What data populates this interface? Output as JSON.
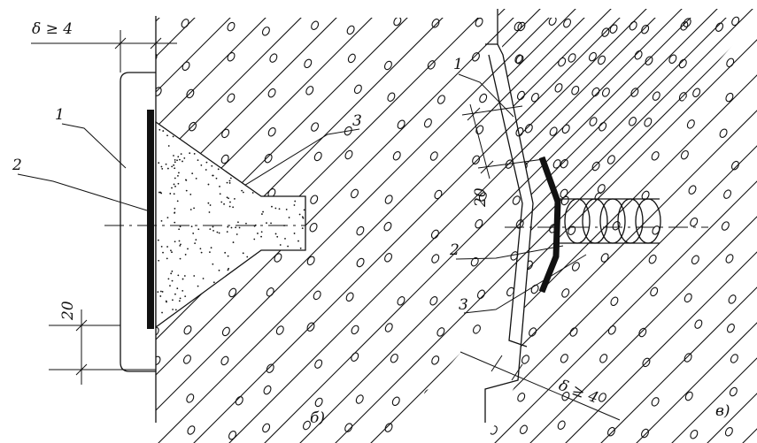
{
  "figures": [
    {
      "caption": "б)",
      "gap_label": "δ ≥ 4",
      "dim_label": "20",
      "callouts": [
        "1",
        "2",
        "3"
      ]
    },
    {
      "caption": "в)",
      "gap_label": "δ ≥ 4",
      "dim_label": "20",
      "callouts": [
        "1",
        "2",
        "3"
      ]
    }
  ]
}
